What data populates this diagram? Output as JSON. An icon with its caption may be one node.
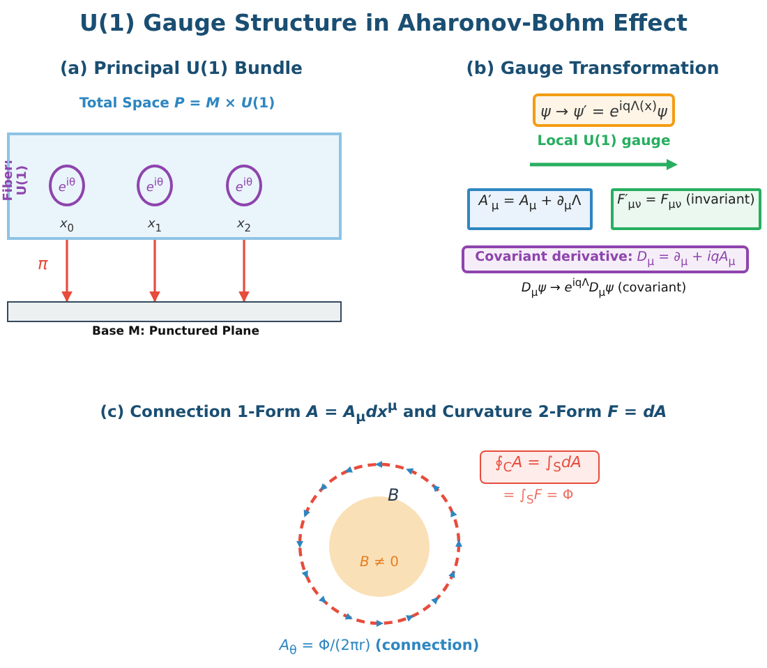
{
  "diagram": {
    "title": "U(1) Gauge Structure in Aharonov-Bohm Effect",
    "nodes": [
      {
        "text": [
          "Total Space *P* = *M* × *U*(1)",
          "Fiber: U(1)"
        ]
      },
      {
        "text": [
          "*e*$^{iθ}$"
        ],
        "in": 0,
        "beside": [
          "*x*$_{0}$"
        ]
      },
      {
        "text": [
          "*e*$^{iθ}$"
        ],
        "in": 0,
        "beside": [
          "*x*$_{1}$"
        ]
      },
      {
        "text": [
          "*e*$^{iθ}$"
        ],
        "in": 0,
        "beside": [
          "*x*$_{2}$"
        ]
      },
      {
        "text": [
          "Base M: Punctured Plane"
        ]
      },
      {
        "text": [
          "*ψ* → *ψ*′ = *e*$^{iqΛ(x)}$*ψ*"
        ]
      },
      {
        "text": [
          "*A*′$_{μ}$ = *A*$_{μ}$ + ∂$_{μ}$Λ"
        ]
      },
      {
        "text": [
          "*F*′$_{μν}$ = *F*$_{μν}$ (invariant)"
        ]
      },
      {
        "text": [
          "**Covariant derivative:** *D*$_{μ}$ = ∂$_{μ}$ + *iqA*$_{μ}$"
        ]
      },
      {
        "text": [],
        "shape": "circle",
        "beside": [
          "*A*$_{θ}$ = Φ/(2πr) **(connection)**"
        ]
      },
      {
        "text": [
          "*B* ≠ 0"
        ],
        "in": 9
      },
      {
        "text": [
          "∮$_{C}$*A* = ∫$_{S}$*dA*",
          "= ∫$_{S}$*F* = Φ"
        ]
      }
    ],
    "edges": [
      {
        "from": 0,
        "to": 4,
        "arrow": "to",
        "label": "π"
      },
      {
        "from": 0,
        "to": 4,
        "arrow": "to"
      },
      {
        "from": 0,
        "to": 4,
        "arrow": "to"
      }
    ],
    "labels": [
      "(a) Principal U(1) Bundle",
      "(b) Gauge Transformation",
      "Local U(1) gauge",
      "*D*$_{μ}$*ψ* → *e*$^{iqΛ}$*D*$_{μ}$*ψ* (covariant)",
      "(c) Connection 1-Form *A* = *A*$_{μ}$*dx*$^{μ}$ and Curvature 2-Form *F* = *dA*",
      "*B*"
    ]
  }
}
